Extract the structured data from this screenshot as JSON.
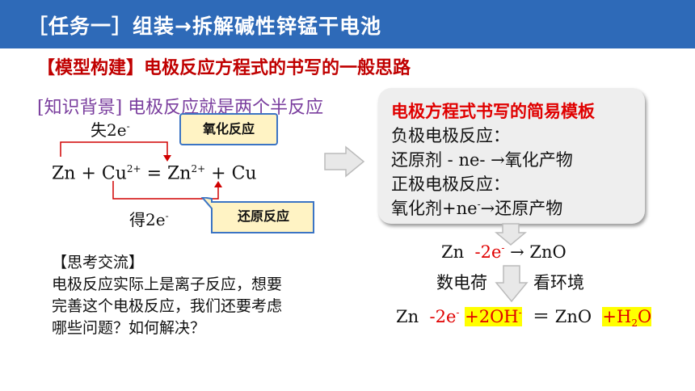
{
  "header": {
    "title": "［任务一］组装→拆解碱性锌锰干电池",
    "color": "#2e6ab8"
  },
  "model": {
    "title": "【模型构建】电极反应方程式的书写的一般思路"
  },
  "background": {
    "tag": "[知识背景]",
    "text": "电极反应就是两个半反应"
  },
  "redox": {
    "lose_label": "失2e",
    "gain_label": "得2e",
    "e_sup": "-",
    "oxidation_label": "氧化反应",
    "reduction_label": "还原反应",
    "equation": {
      "zn": "Zn",
      "plus1": " + Cu",
      "cu_charge": "2+",
      "eq": " = Zn",
      "zn_charge": "2+",
      "plus2": " + Cu"
    }
  },
  "think": {
    "title": "【思考交流】",
    "lines": [
      "电极反应实际上是离子反应，想要",
      "完善这个电极反应，我们还要考虑",
      "哪些问题？如何解决？"
    ]
  },
  "template": {
    "title": "电极方程式书写的简易模板",
    "line1": "负极电极反应：",
    "line2": "还原剂 - ne- →氧化产物",
    "line3": "正极电极反应：",
    "line4_a": "氧化剂+ne",
    "line4_sup": "-",
    "line4_b": "→还原产物"
  },
  "step1": {
    "zn": "Zn",
    "minus": "-2e",
    "sup": "-",
    "arrow": "→ ZnO"
  },
  "step_labels": {
    "left": "数电荷",
    "right": "看环境"
  },
  "final": {
    "zn": "Zn",
    "minus": "-2e",
    "minus_sup": "-",
    "oh": "+2OH",
    "oh_sup": "-",
    "eq": "＝ ZnO",
    "h": "+H",
    "h_sub": "2",
    "o": "O"
  },
  "colors": {
    "accent_red": "#e00000",
    "highlight": "#ffff00",
    "callout_fill": "#fff3c4"
  }
}
